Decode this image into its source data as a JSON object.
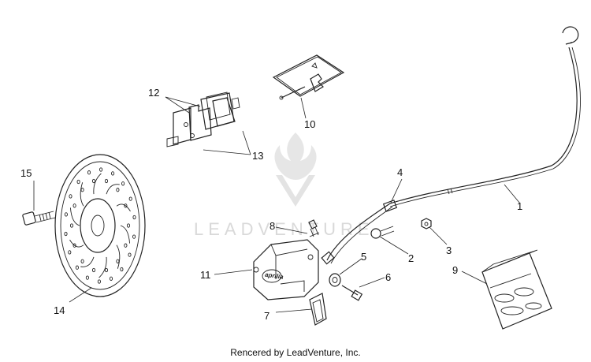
{
  "watermark": {
    "text": "LEADVENTURE"
  },
  "footer": {
    "text": "Rencered by LeadVenture, Inc."
  },
  "callouts": [
    {
      "id": "1",
      "label": "1"
    },
    {
      "id": "2",
      "label": "2"
    },
    {
      "id": "3",
      "label": "3"
    },
    {
      "id": "4",
      "label": "4"
    },
    {
      "id": "5",
      "label": "5"
    },
    {
      "id": "6",
      "label": "6"
    },
    {
      "id": "7",
      "label": "7"
    },
    {
      "id": "8",
      "label": "8"
    },
    {
      "id": "9",
      "label": "9"
    },
    {
      "id": "10",
      "label": "10"
    },
    {
      "id": "11",
      "label": "11"
    },
    {
      "id": "12",
      "label": "12"
    },
    {
      "id": "13",
      "label": "13"
    },
    {
      "id": "14",
      "label": "14"
    },
    {
      "id": "15",
      "label": "15"
    }
  ],
  "caliper_brand": "aprilia"
}
